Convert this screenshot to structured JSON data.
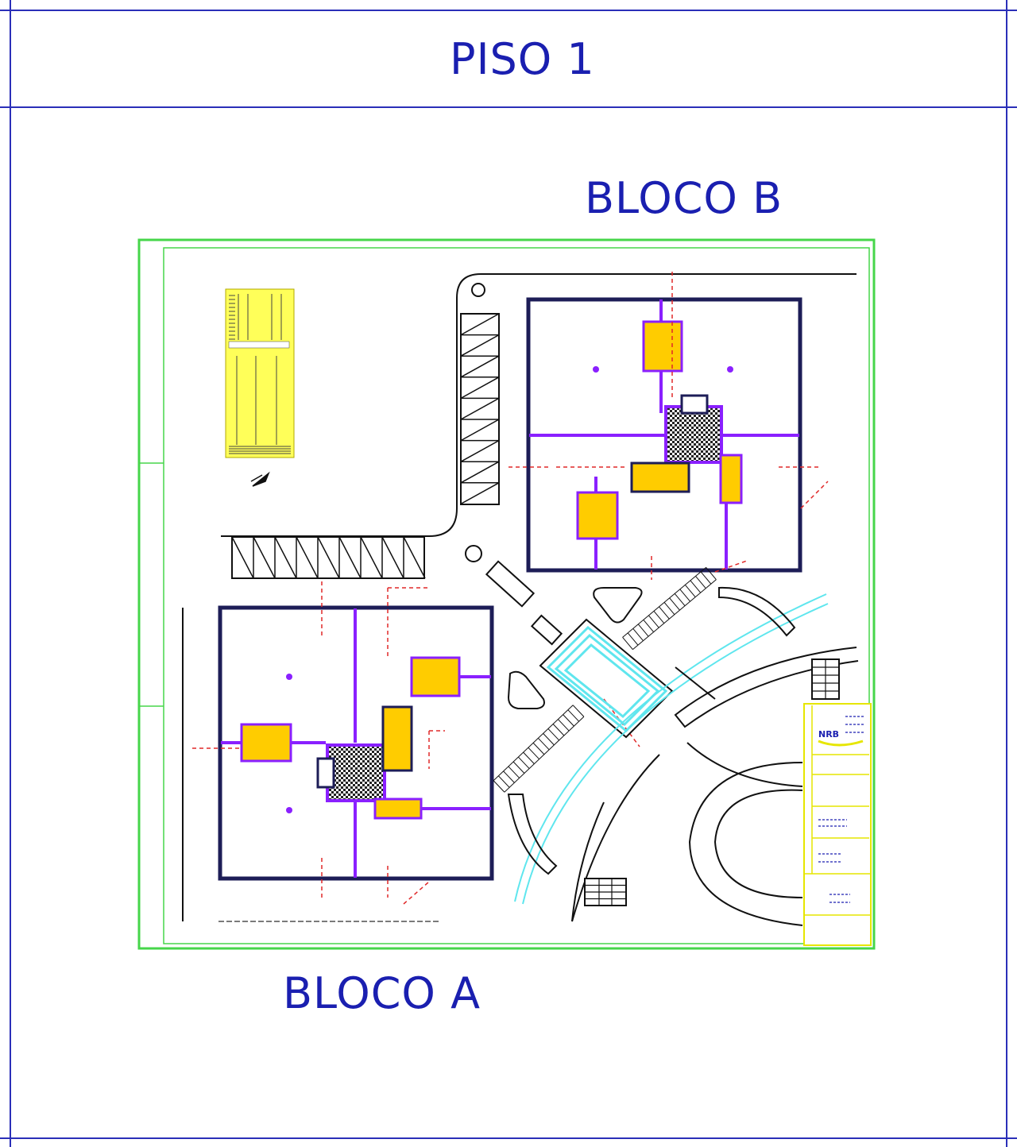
{
  "sheet": {
    "title": "PISO 1",
    "block_b_label": "BLOCO B",
    "block_a_label": "BLOCO A"
  },
  "title_block": {
    "logo_text": "NRB"
  },
  "colors": {
    "frame": "#2a2fb8",
    "label": "#1a1fb0",
    "site_boundary": "#46d64a",
    "structure": "#8a20ff",
    "walls": "#1d1d57",
    "dimension_lines": "#e02828",
    "walkway": "#5fe6ee",
    "table_bg": "#ffff59",
    "core_fill": "#ffcc00"
  }
}
